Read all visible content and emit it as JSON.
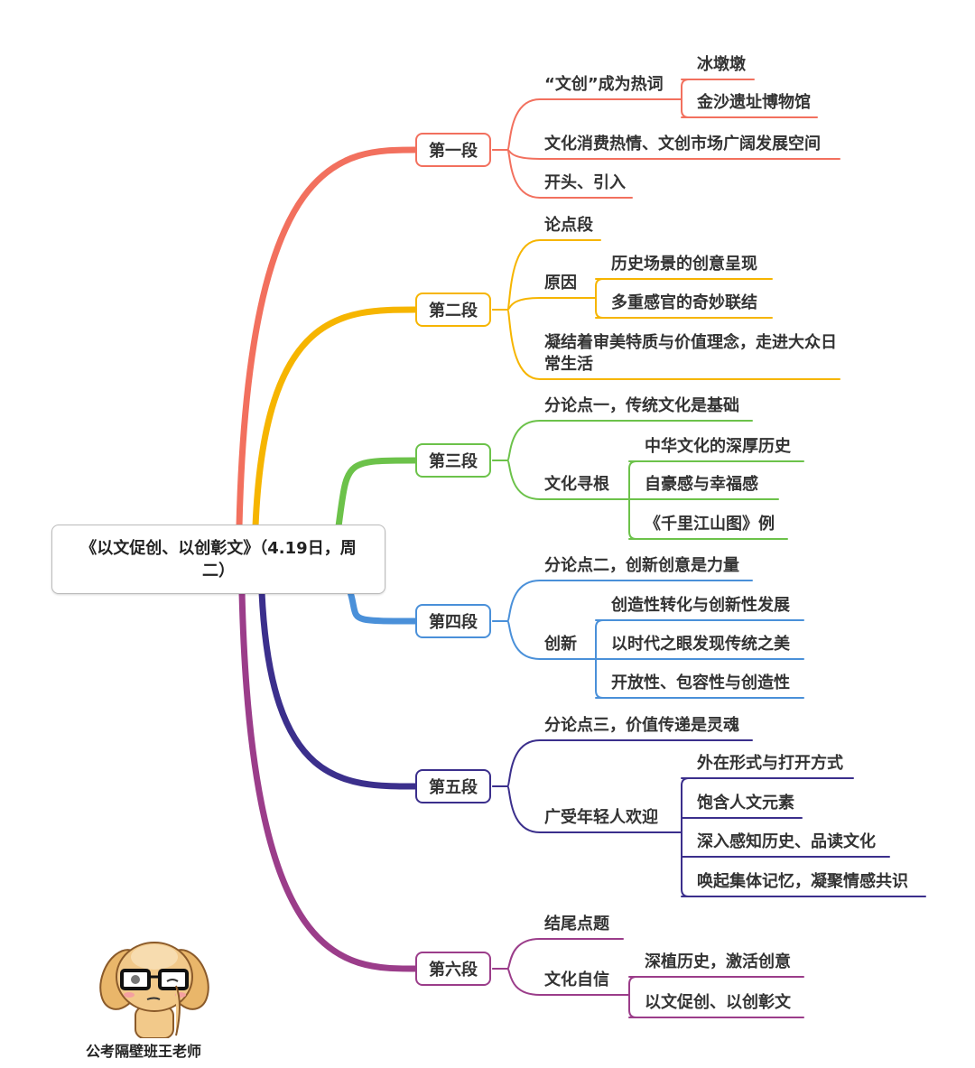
{
  "root": {
    "title": "《以文促创、以创彰文》（4.19日，周二）"
  },
  "colors": [
    "#f2705e",
    "#f6b500",
    "#6cc24a",
    "#4a90d9",
    "#3b2f8c",
    "#9b3d8a"
  ],
  "sections": [
    {
      "label": "第一段",
      "children": [
        {
          "label": "“文创”成为热词",
          "subs": [
            "冰墩墩",
            "金沙遗址博物馆"
          ]
        },
        {
          "label": "文化消费热情、文创市场广阔发展空间",
          "subs": []
        },
        {
          "label": "开头、引入",
          "subs": []
        }
      ]
    },
    {
      "label": "第二段",
      "children": [
        {
          "label": "论点段",
          "subs": []
        },
        {
          "label": "原因",
          "subs": [
            "历史场景的创意呈现",
            "多重感官的奇妙联结"
          ]
        },
        {
          "label": "凝结着审美特质与价值理念，走进大众日常生活",
          "subs": []
        }
      ]
    },
    {
      "label": "第三段",
      "children": [
        {
          "label": "分论点一，传统文化是基础",
          "subs": []
        },
        {
          "label": "文化寻根",
          "subs": [
            "中华文化的深厚历史",
            "自豪感与幸福感",
            "《千里江山图》例"
          ]
        }
      ]
    },
    {
      "label": "第四段",
      "children": [
        {
          "label": "分论点二，创新创意是力量",
          "subs": []
        },
        {
          "label": "创新",
          "subs": [
            "创造性转化与创新性发展",
            "以时代之眼发现传统之美",
            "开放性、包容性与创造性"
          ]
        }
      ]
    },
    {
      "label": "第五段",
      "children": [
        {
          "label": "分论点三，价值传递是灵魂",
          "subs": []
        },
        {
          "label": "广受年轻人欢迎",
          "subs": [
            "外在形式与打开方式",
            "饱含人文元素",
            "深入感知历史、品读文化",
            "唤起集体记忆，凝聚情感共识"
          ]
        }
      ]
    },
    {
      "label": "第六段",
      "children": [
        {
          "label": "结尾点题",
          "subs": []
        },
        {
          "label": "文化自信",
          "subs": [
            "深植历史，激活创意",
            "以文促创、以创彰文"
          ]
        }
      ]
    }
  ],
  "watermark": {
    "caption": "公考隔壁班王老师"
  }
}
